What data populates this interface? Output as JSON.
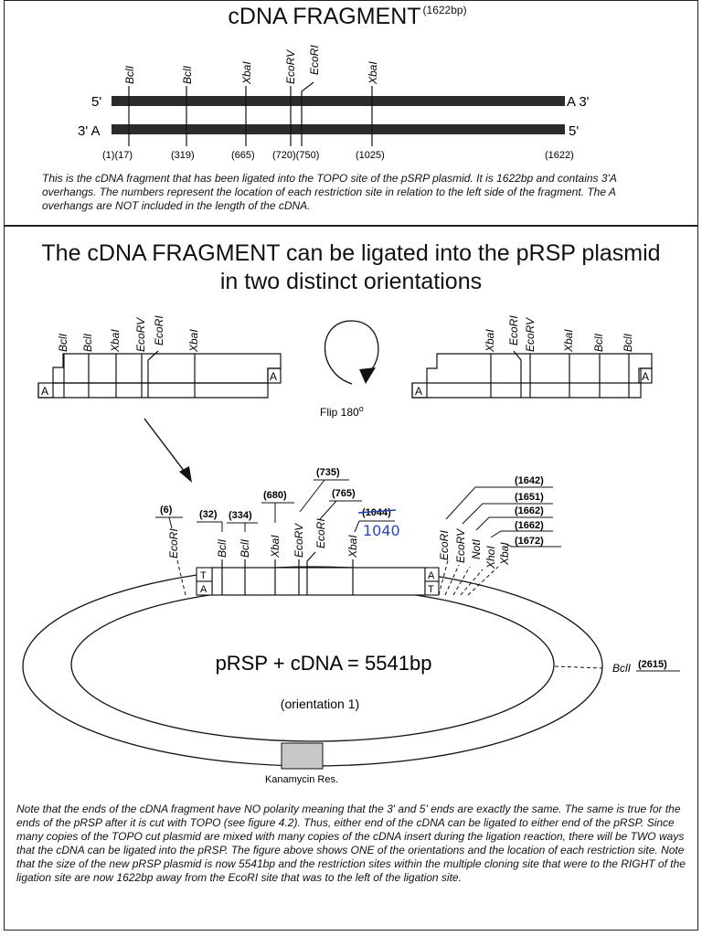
{
  "top": {
    "title": "cDNA FRAGMENT",
    "title_size": "(1622bp)",
    "strand_top_left": "5'",
    "strand_top_right": "A 3'",
    "strand_bottom_left": "3' A",
    "strand_bottom_right": "5'",
    "sites": [
      "BclI",
      "BclI",
      "XbaI",
      "EcoRV",
      "EcoRI",
      "XbaI"
    ],
    "positions": [
      "(1)(17)",
      "(319)",
      "(665)",
      "(720)(750)",
      "(1025)",
      "(1622)"
    ],
    "caption": "This is the cDNA fragment that has been ligated into the TOPO site of the pSRP plasmid. It is 1622bp and contains 3'A overhangs. The numbers represent the location of each restriction site in relation to the left side of the fragment. The A overhangs are NOT included in the length of the cDNA."
  },
  "bottom": {
    "title_line1": "The cDNA FRAGMENT can be ligated into the pRSP plasmid",
    "title_line2": "in two distinct orientations",
    "left_sites": [
      "BclI",
      "BclI",
      "XbaI",
      "EcoRV",
      "EcoRI",
      "XbaI"
    ],
    "right_sites": [
      "XbaI",
      "EcoRI",
      "EcoRV",
      "XbaI",
      "BclI",
      "BclI"
    ],
    "overhang": "A",
    "flip_label": "Flip 180",
    "flip_degree": "o",
    "plasmid_label": "pRSP + cDNA = 5541bp",
    "orientation_label": "(orientation 1)",
    "kan_label": "Kanamycin Res.",
    "insert_T": "T",
    "insert_A": "A",
    "map_sites": {
      "ecori_left": "EcoRI",
      "ecori_left_pos": "(6)",
      "bcl1": "BclI",
      "bcl1_pos": "(32)",
      "bcl2": "BclI",
      "bcl2_pos": "(334)",
      "xba1": "XbaI",
      "xba1_pos": "(680)",
      "ecorv": "EcoRV",
      "ecorv_pos": "(735)",
      "ecori2": "EcoRI",
      "ecori2_pos": "(765)",
      "xba2": "XbaI",
      "xba2_pos": "(1044)",
      "handwritten": "1040",
      "right_sites": [
        "EcoRI",
        "EcoRV",
        "NotI",
        "XhoI",
        "XbaI"
      ],
      "right_positions": [
        "(1642)",
        "(1651)",
        "(1662)",
        "(1662)",
        "(1672)"
      ],
      "bcl_right": "BclI",
      "bcl_right_pos": "(2615)"
    },
    "note": "Note that the ends of the cDNA fragment have NO polarity meaning that the 3' and 5' ends are exactly the same. The same is true for the ends of the pRSP after it is cut with TOPO (see figure 4.2). Thus, either end of the cDNA can be ligated to either end of the pRSP. Since many copies of the TOPO cut plasmid are mixed with many copies of the cDNA insert during the ligation reaction, there will be TWO ways that the cDNA can be ligated into the pRSP. The figure above shows ONE of the orientations and the location of each restriction site. Note that the size of the new pRSP plasmid is now 5541bp and the restriction sites within the multiple cloning site that were to the RIGHT of the ligation site are now 1622bp away from the EcoRI site that was to the left of the ligation site."
  }
}
